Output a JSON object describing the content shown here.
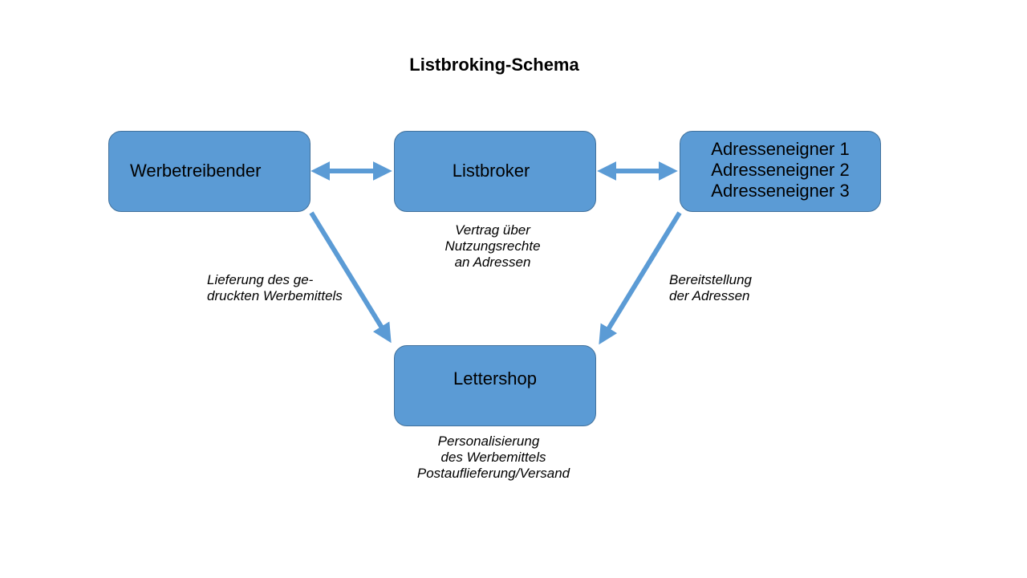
{
  "title": "Listbroking-Schema",
  "nodes": {
    "werbetreibender": "Werbetreibender",
    "listbroker": "Listbroker",
    "adresseneigner": [
      "Adresseneigner 1",
      "Adresseneigner 2",
      "Adresseneigner 3"
    ],
    "lettershop": "Lettershop"
  },
  "labels": {
    "vertrag": [
      "Vertrag über",
      "Nutzungsrechte",
      "an Adressen"
    ],
    "lieferung": [
      "Lieferung des ge-",
      "druckten Werbemittels"
    ],
    "bereitstellung": [
      "Bereitstellung",
      "der Adressen"
    ],
    "lettershop_tasks": [
      "Personalisierung",
      "des Werbemittels",
      "Postauflieferung/Versand"
    ]
  },
  "colors": {
    "node_fill": "#5b9bd5",
    "node_border": "#41719c",
    "arrow": "#5b9bd5"
  }
}
